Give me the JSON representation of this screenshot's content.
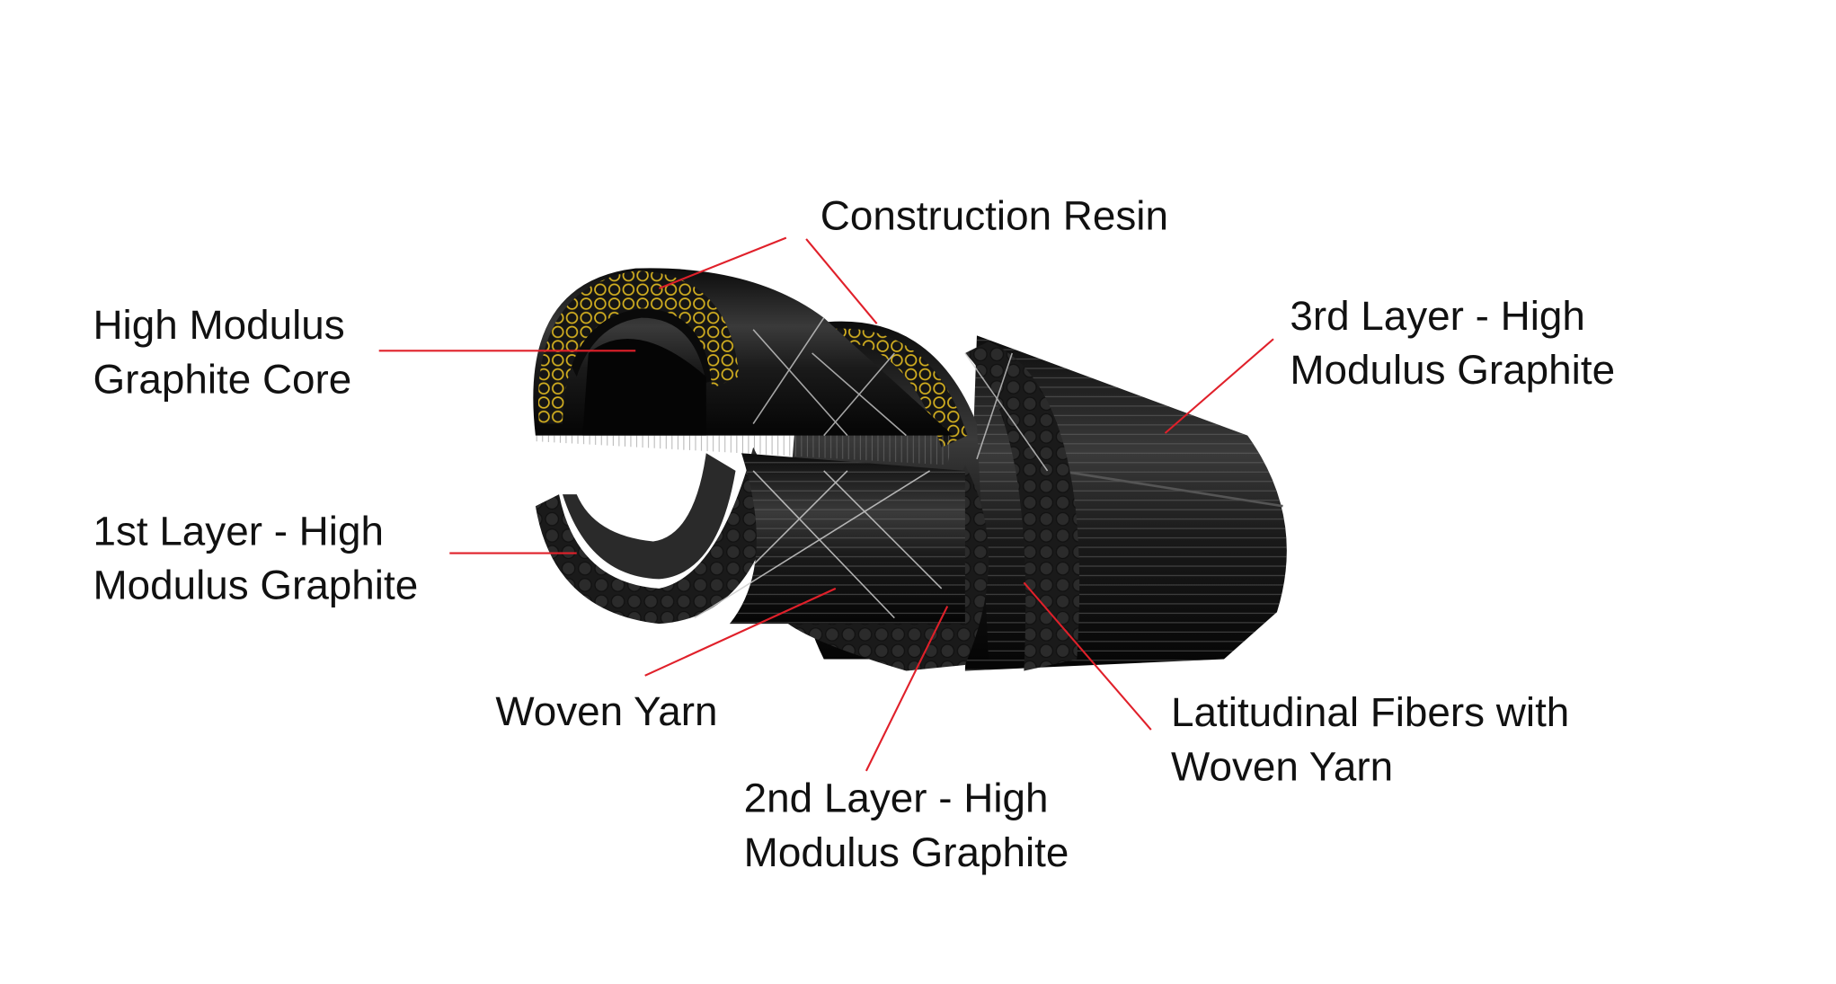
{
  "title": "Graphite shaft construction cross-section",
  "colors": {
    "leader": "#e0202a",
    "fiber": "#1a1a1a",
    "resin": "#d4b020"
  },
  "labels": {
    "construction_resin": "Construction Resin",
    "core": [
      "High Modulus",
      "Graphite Core"
    ],
    "layer3": [
      "3rd Layer - High",
      "Modulus Graphite"
    ],
    "layer1": [
      "1st Layer - High",
      "Modulus Graphite"
    ],
    "woven_yarn": "Woven Yarn",
    "layer2": [
      "2nd Layer - High",
      "Modulus Graphite"
    ],
    "latitudinal": [
      "Latitudinal Fibers with",
      "Woven Yarn"
    ]
  }
}
